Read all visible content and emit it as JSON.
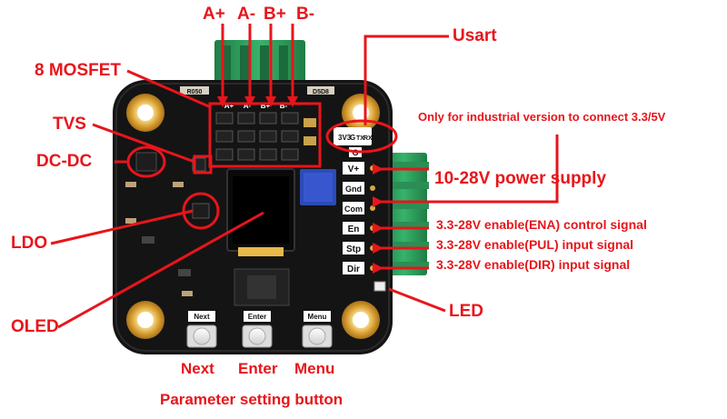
{
  "labels": {
    "a_plus": "A+",
    "a_minus": "A-",
    "b_plus": "B+",
    "b_minus": "B-",
    "usart": "Usart",
    "mosfet": "8 MOSFET",
    "tvs": "TVS",
    "dcdc": "DC-DC",
    "ldo": "LDO",
    "oled": "OLED",
    "led": "LED",
    "industrial_note": "Only for industrial version to connect 3.3/5V",
    "power_supply": "10-28V power  supply",
    "ena_signal": "3.3-28V enable(ENA) control signal",
    "pul_signal": "3.3-28V enable(PUL) input signal",
    "dir_signal": "3.3-28V enable(DIR) input signal",
    "btn_next": "Next",
    "btn_enter": "Enter",
    "btn_menu": "Menu",
    "param_button": "Parameter setting button"
  },
  "board_silk": {
    "header": [
      "3V3",
      "G",
      "TX",
      "RX"
    ],
    "g_label": "G",
    "pins": [
      "V+",
      "Gnd",
      "Com",
      "En",
      "Stp",
      "Dir"
    ],
    "motor_pins": [
      "A+",
      "A-",
      "B+",
      "B-"
    ],
    "btn_next": "Next",
    "btn_enter": "Enter",
    "btn_menu": "Menu",
    "r_top_left": "R050",
    "r_top_right": "D5D8"
  },
  "colors": {
    "annotation": "#e8151b",
    "pcb": "#141414",
    "connector": "#2e9a5e",
    "potentiometer": "#2b4bb8",
    "mounting_hole": "#d9a741"
  }
}
